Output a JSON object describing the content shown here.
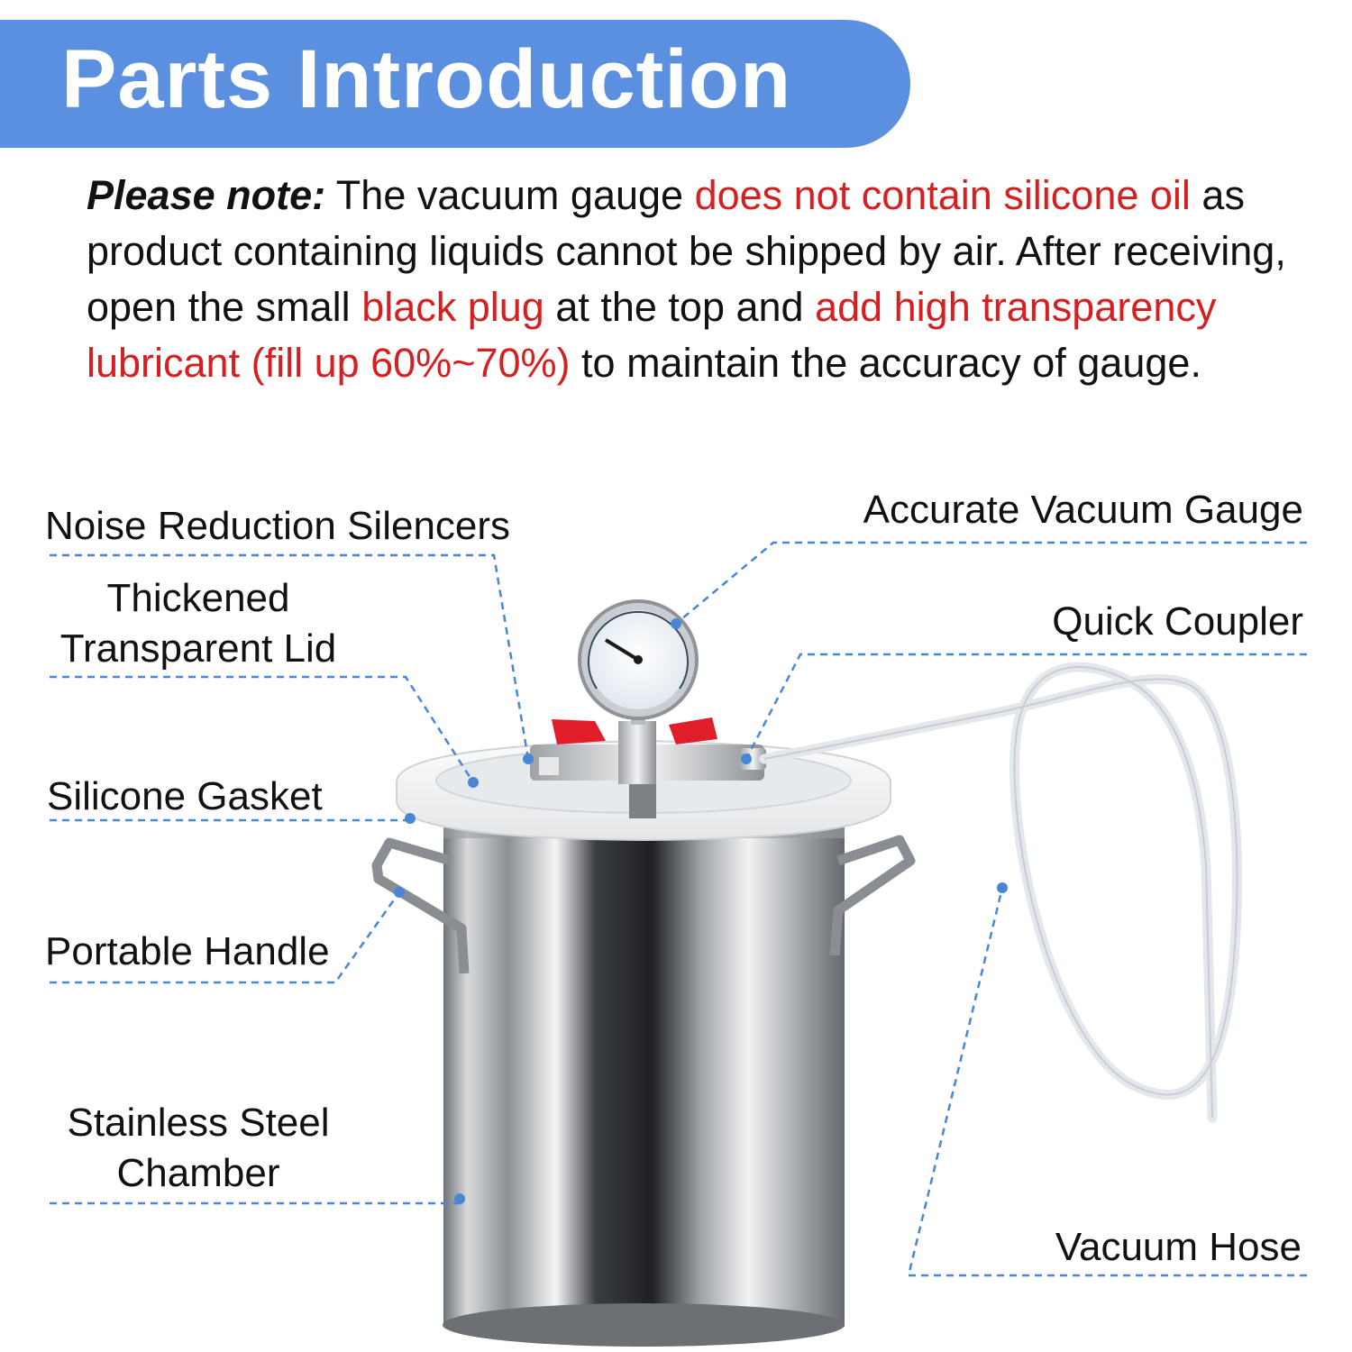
{
  "banner": {
    "title": "Parts Introduction"
  },
  "note": {
    "lead": "Please note:",
    "t1": " The vacuum gauge ",
    "r1": "does not contain silicone oil",
    "t2": " as product containing liquids cannot be shipped by air. After receiving, open the small ",
    "r2": "black plug",
    "t3": " at the top and ",
    "r3": "add high transparency lubricant (fill up 60%~70%)",
    "t4": " to maintain the accuracy of gauge."
  },
  "labels": {
    "noise_reduction_silencers": "Noise Reduction Silencers",
    "thickened_lid_line1": "Thickened",
    "thickened_lid_line2": "Transparent Lid",
    "silicone_gasket": "Silicone Gasket",
    "portable_handle": "Portable Handle",
    "chamber_line1": "Stainless Steel",
    "chamber_line2": "Chamber",
    "accurate_vacuum_gauge": "Accurate Vacuum Gauge",
    "quick_coupler": "Quick Coupler",
    "vacuum_hose": "Vacuum Hose"
  },
  "colors": {
    "banner": "#5b8fdf",
    "highlight_text": "#d42020",
    "callout_line": "#4a86d6",
    "valve_handle": "#e01e2a"
  }
}
